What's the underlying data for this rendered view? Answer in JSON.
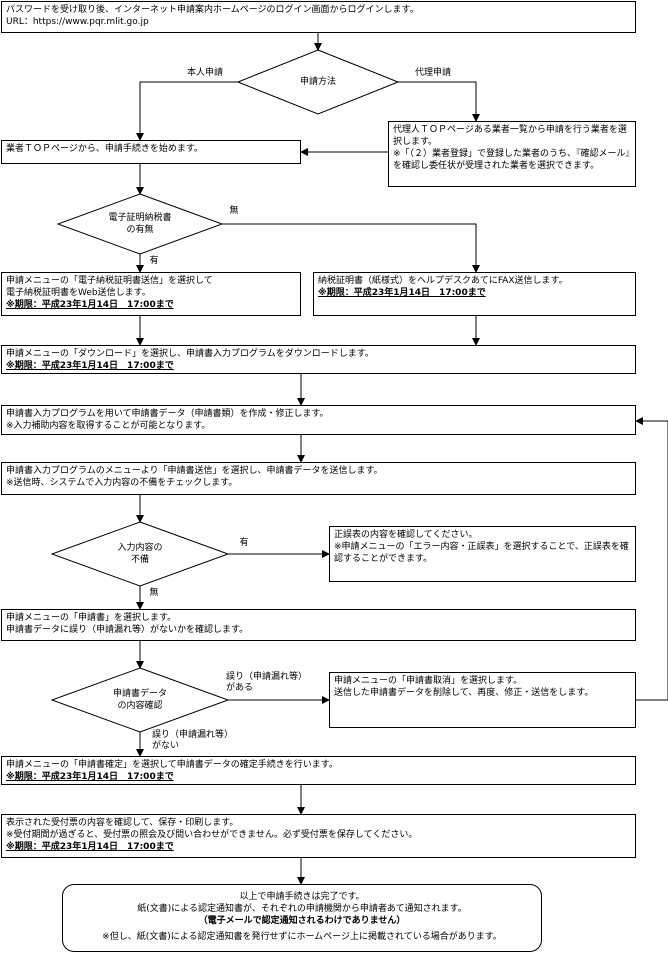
{
  "steps": {
    "login": {
      "line1": "パスワードを受け取り後、インターネット申請案内ホームページのログイン画面からログインします。",
      "line2": "URL：https://www.pqr.mlit.go.jp"
    },
    "gyosha_top": {
      "line1": "業者ＴＯＰページから、申請手続きを始めます。"
    },
    "dairi": {
      "line1": "代理人ＴＯＰページある業者一覧から申請を行う業者を選択します。",
      "line2": "※「（２）業者登録」で登録した業者のうち、『確認メール』を確認し委任状が受理された業者を選択できます。"
    },
    "denshi_send": {
      "line1": "申請メニューの「電子納税証明書送信」を選択して",
      "line2": "電子納税証明書をWeb送信します。",
      "deadline": "※期限：平成23年1月14日　17:00まで"
    },
    "fax": {
      "line1": "納税証明書（紙様式）をヘルプデスクあてにFAX送信します。",
      "deadline": "※期限：平成23年1月14日　17:00まで"
    },
    "download": {
      "line1": "申請メニューの「ダウンロード」を選択し、申請書入力プログラムをダウンロードします。",
      "deadline": "※期限：平成23年1月14日　17:00まで"
    },
    "create": {
      "line1": "申請書入力プログラムを用いて申請書データ（申請書類）を作成・修正します。",
      "line2": "※入力補助内容を取得することが可能となります。"
    },
    "send": {
      "line1": "申請書入力プログラムのメニューより「申請書送信」を選択し、申請書データを送信します。",
      "line2": "※送信時、システムで入力内容の不備をチェックします。"
    },
    "errata": {
      "line1": "正誤表の内容を確認してください。",
      "line2": "※申請メニューの「エラー内容・正誤表」を選択することで、正誤表を確認することができます。"
    },
    "check": {
      "line1": "申請メニューの「申請書」を選択します。",
      "line2": "申請書データに誤り（申請漏れ等）がないかを確認します。"
    },
    "cancel": {
      "line1": "申請メニューの「申請書取消」を選択します。",
      "line2": "送信した申請書データを削除して、再度、修正・送信をします。"
    },
    "confirm": {
      "line1": "申請メニューの「申請書確定」を選択して申請書データの確定手続きを行います。",
      "deadline": "※期限：平成23年1月14日　17:00まで"
    },
    "receipt": {
      "line1": "表示された受付票の内容を確認して、保存・印刷します。",
      "line2": "※受付期間が過ぎると、受付票の照会及び問い合わせができません。必ず受付票を保存してください。",
      "deadline": "※期限：平成23年1月14日　17:00まで"
    },
    "final": {
      "line1": "以上で申請手続きは完了です。",
      "line2": "紙(文書)による認定通知書が、それぞれの申請機関から申請者あて通知されます。",
      "line3": "（電子メールで認定通知されるわけでありません）",
      "line4": "※但し、紙(文書)による認定通知書を発行せずにホームページ上に掲載されている場合があります。"
    }
  },
  "decisions": {
    "method": {
      "text": "申請方法",
      "left": "本人申請",
      "right": "代理申請"
    },
    "denshi": {
      "line1": "電子証明納税書",
      "line2": "の有無",
      "yes": "有",
      "no": "無"
    },
    "fubi": {
      "line1": "入力内容の",
      "line2": "不備",
      "yes": "有",
      "no": "無"
    },
    "content": {
      "line1": "申請書データ",
      "line2": "の内容確認",
      "err1": "誤り（申請漏れ等）",
      "err2": "がある",
      "ok1": "誤り（申請漏れ等）",
      "ok2": "がない"
    }
  }
}
